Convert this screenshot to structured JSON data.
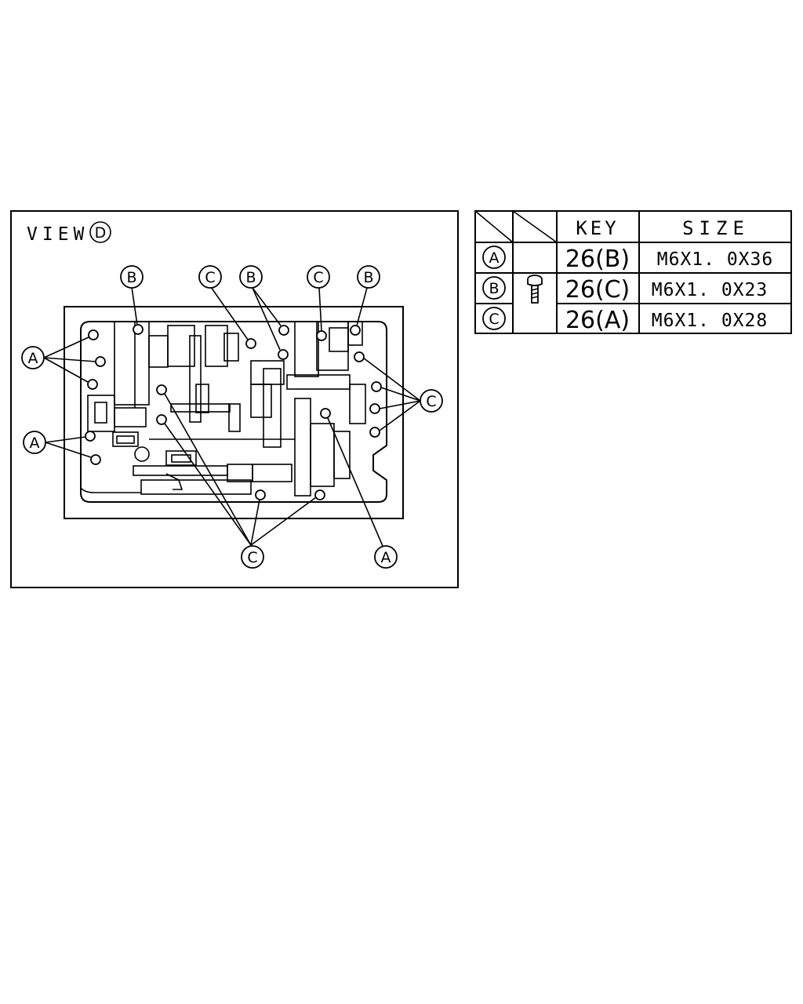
{
  "view": {
    "prefix": "VIEW",
    "letter": "D"
  },
  "diagram": {
    "callouts_top": [
      "B",
      "C",
      "B",
      "C",
      "B"
    ],
    "callouts_left": [
      "A",
      "A"
    ],
    "callouts_right": [
      "C"
    ],
    "callouts_bottom": [
      "C",
      "A"
    ]
  },
  "table": {
    "headers": {
      "key": "KEY",
      "size": "SIZE"
    },
    "rows": [
      {
        "mark": "A",
        "key": "26(B)",
        "size": "M6X1. 0X36"
      },
      {
        "mark": "B",
        "key": "26(C)",
        "size": "M6X1. 0X23"
      },
      {
        "mark": "C",
        "key": "26(A)",
        "size": "M6X1. 0X28"
      }
    ],
    "bolt_icon": "bolt-icon"
  }
}
